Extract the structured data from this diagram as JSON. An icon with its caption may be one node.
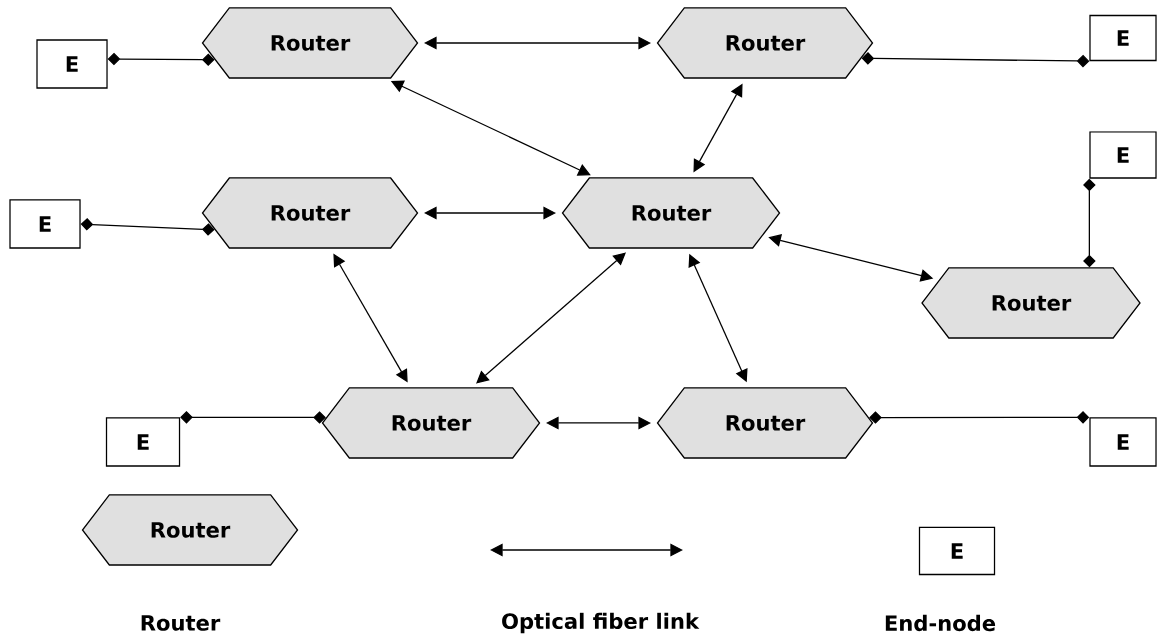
{
  "diagram": {
    "nodes": [
      {
        "text": [
          "E"
        ]
      },
      {
        "text": [
          "Router"
        ]
      },
      {
        "text": [
          "Router"
        ]
      },
      {
        "text": [
          "E"
        ]
      },
      {
        "text": [
          "E"
        ]
      },
      {
        "text": [
          "Router"
        ]
      },
      {
        "text": [
          "Router"
        ]
      },
      {
        "text": [
          "E"
        ]
      },
      {
        "text": [
          "Router"
        ]
      },
      {
        "text": [
          "E"
        ]
      },
      {
        "text": [
          "Router"
        ]
      },
      {
        "text": [
          "Router"
        ]
      },
      {
        "text": [
          "E"
        ]
      },
      {
        "text": [
          "Router"
        ]
      },
      {
        "text": [
          "E"
        ]
      }
    ],
    "edges": [
      {
        "from": 0,
        "to": 1,
        "arrow": "other"
      },
      {
        "from": 1,
        "to": 2,
        "arrow": "both"
      },
      {
        "from": 1,
        "to": 6,
        "arrow": "both"
      },
      {
        "from": 2,
        "to": 6,
        "arrow": "both"
      },
      {
        "from": 2,
        "to": 3,
        "arrow": "other"
      },
      {
        "from": 4,
        "to": 5,
        "arrow": "other"
      },
      {
        "from": 5,
        "to": 6,
        "arrow": "both"
      },
      {
        "from": 5,
        "to": 10,
        "arrow": "both"
      },
      {
        "from": 6,
        "to": 10,
        "arrow": "both"
      },
      {
        "from": 6,
        "to": 11,
        "arrow": "both"
      },
      {
        "from": 6,
        "to": 8,
        "arrow": "both"
      },
      {
        "from": 8,
        "to": 7,
        "arrow": "other"
      },
      {
        "from": 9,
        "to": 10,
        "arrow": "other"
      },
      {
        "from": 10,
        "to": 11,
        "arrow": "both"
      },
      {
        "from": 11,
        "to": 12,
        "arrow": "other"
      }
    ],
    "legend": [
      {
        "text": "Router"
      },
      {
        "text": "Optical fiber link"
      },
      {
        "text": "End-node"
      }
    ]
  }
}
